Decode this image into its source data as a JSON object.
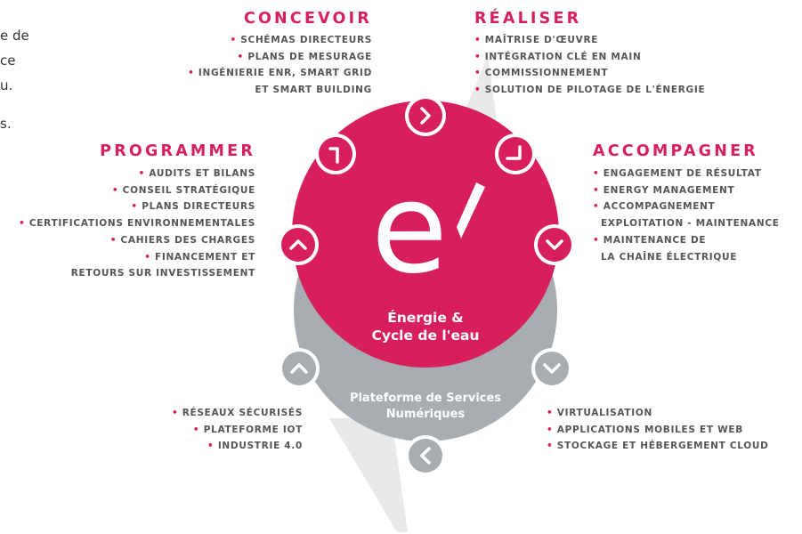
{
  "colors": {
    "brand": "#d71f5b",
    "grey": "#a7adb1",
    "light_grey": "#e7e9ea",
    "text": "#555555"
  },
  "intro_snippets": [
    "e de",
    "ce",
    "u.",
    "s."
  ],
  "center": {
    "logo_letter": "e",
    "title_line1": "Énergie &",
    "title_line2": "Cycle de l'eau"
  },
  "platform": {
    "line1": "Plateforme de Services",
    "line2": "Numériques"
  },
  "concevoir": {
    "title": "CONCEVOIR",
    "items": [
      "SCHÉMAS DIRECTEURS",
      "PLANS DE MESURAGE",
      "INGÉNIERIE ENR, SMART GRID"
    ],
    "continuation": "ET SMART BUILDING"
  },
  "realiser": {
    "title": "RÉALISER",
    "items": [
      "MAÎTRISE D'ŒUVRE",
      "INTÉGRATION CLÉ EN MAIN",
      "COMMISSIONNEMENT",
      "SOLUTION DE PILOTAGE DE L'ÉNERGIE"
    ]
  },
  "programmer": {
    "title": "PROGRAMMER",
    "items": [
      "AUDITS ET BILANS",
      "CONSEIL STRATÉGIQUE",
      "PLANS DIRECTEURS",
      "CERTIFICATIONS ENVIRONNEMENTALES",
      "CAHIERS DES CHARGES",
      "FINANCEMENT ET"
    ],
    "continuation": "RETOURS SUR INVESTISSEMENT"
  },
  "accompagner": {
    "title": "ACCOMPAGNER",
    "items": [
      "ENGAGEMENT DE RÉSULTAT",
      "ENERGY MANAGEMENT",
      "ACCOMPAGNEMENT",
      "EXPLOITATION - MAINTENANCE",
      "MAINTENANCE DE",
      "LA CHAÎNE ÉLECTRIQUE"
    ]
  },
  "digital_left": {
    "items": [
      "RÉSEAUX SÉCURISÉS",
      "PLATEFORME IOT",
      "INDUSTRIE 4.0"
    ]
  },
  "digital_right": {
    "items": [
      "VIRTUALISATION",
      "APPLICATIONS MOBILES ET WEB",
      "STOCKAGE ET HÉBERGEMENT CLOUD"
    ]
  }
}
